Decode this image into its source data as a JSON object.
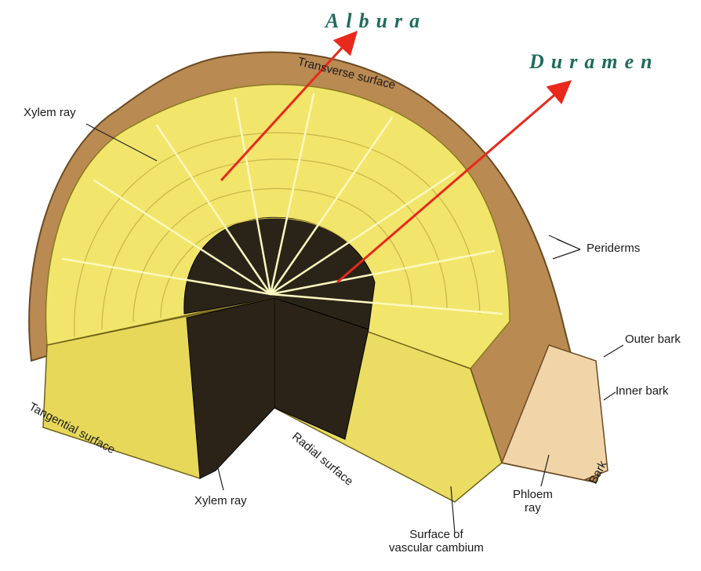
{
  "titles": {
    "albura": "Albura",
    "duramen": "Duramen"
  },
  "labels": {
    "transverse_surface": "Transverse surface",
    "xylem_ray_top": "Xylem ray",
    "periderms": "Periderms",
    "outer_bark": "Outer bark",
    "inner_bark": "Inner bark",
    "bark": "Bark",
    "phloem_ray": "Phloem\nray",
    "tangential_surface": "Tangential surface",
    "xylem_ray_bottom": "Xylem ray",
    "radial_surface": "Radial surface",
    "vascular_cambium": "Surface of\nvascular cambium"
  },
  "colors": {
    "sapwood": "#f1e56b",
    "heartwood": "#2a2418",
    "bark": "#c79b60",
    "arrow": "#e8291c",
    "title": "#1f6b5c"
  }
}
